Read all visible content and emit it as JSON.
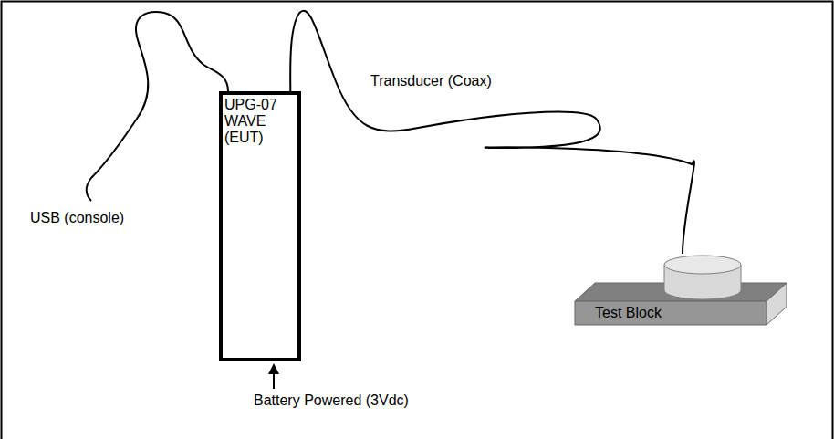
{
  "diagram": {
    "nodes": [
      {
        "text": [
          "UPG-07 WAVE (EUT)"
        ]
      },
      {
        "text": [
          "Test Block"
        ]
      }
    ],
    "edges": [
      {
        "from": 0,
        "to": 1,
        "arrow": "none",
        "label": "Transducer (Coax)"
      }
    ],
    "labels": [
      "USB (console)",
      "Battery Powered (3Vdc)"
    ]
  }
}
